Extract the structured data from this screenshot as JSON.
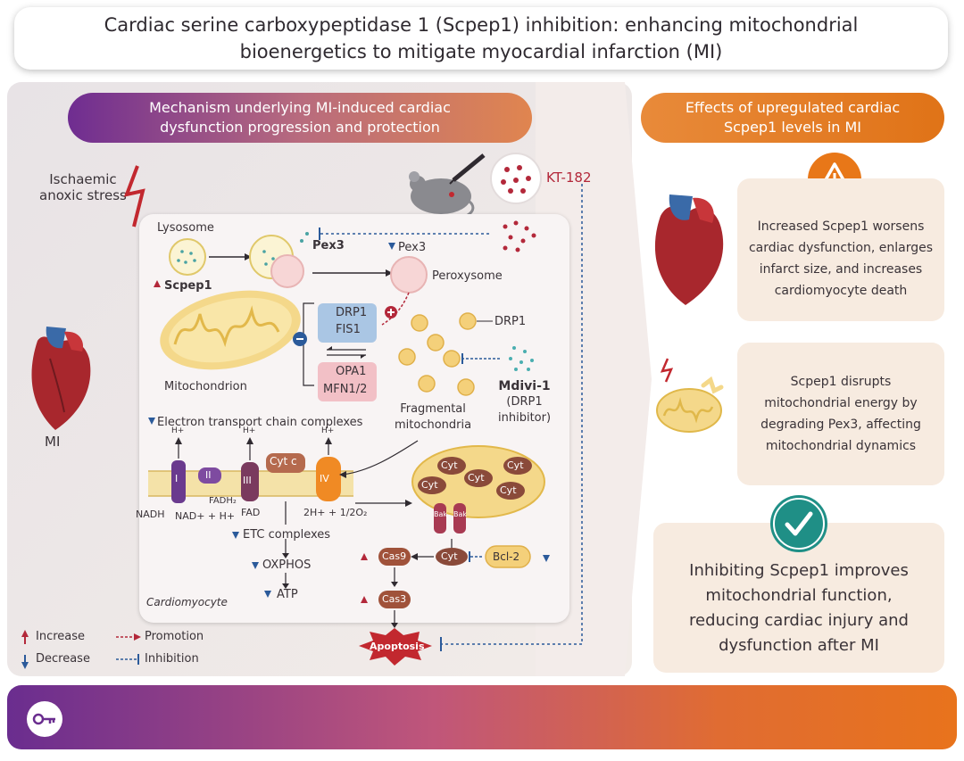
{
  "title": {
    "line1": "Cardiac serine carboxypeptidase 1 (Scpep1) inhibition: enhancing mitochondrial",
    "line2": "bioenergetics to mitigate myocardial infarction (MI)"
  },
  "left_banner": {
    "line1": "Mechanism underlying MI-induced cardiac",
    "line2": "dysfunction progression and protection"
  },
  "right_banner": {
    "line1": "Effects of upregulated cardiac",
    "line2": "Scpep1 levels in MI"
  },
  "left_labels": {
    "stress_line1": "Ischaemic",
    "stress_line2": "anoxic stress",
    "mi": "MI",
    "kt182": "KT-182"
  },
  "cell": {
    "lysosome": "Lysosome",
    "scpep1": "Scpep1",
    "pex3_top": "Pex3",
    "pex3_down": "Pex3",
    "peroxysome": "Peroxysome",
    "drp1_box": "DRP1",
    "fis1_box": "FIS1",
    "opa1": "OPA1",
    "mfn": "MFN1/2",
    "drp1_label": "DRP1",
    "mitochondrion": "Mitochondrion",
    "mdivi_line1": "Mdivi-1",
    "mdivi_line2": "(DRP1",
    "mdivi_line3": "inhibitor)",
    "fragmental_line1": "Fragmental",
    "fragmental_line2": "mitochondria",
    "etc_header": "Electron transport chain complexes",
    "complex_i": "I",
    "complex_ii": "II",
    "complex_iii": "III",
    "complex_iv": "IV",
    "cytc_label": "Cyt c",
    "h_plus": "H+",
    "nadh": "NADH",
    "nad": "NAD+ + H+",
    "fadh2": "FADH₂",
    "fad": "FAD",
    "oxygen": "2H+ + 1/2O₂",
    "etc_down": "ETC complexes",
    "oxphos": "OXPHOS",
    "atp": "ATP",
    "cardiomyocyte": "Cardiomyocyte",
    "cyt": "Cyt",
    "bak": "Bak",
    "bcl2": "Bcl-2",
    "cas9": "Cas9",
    "cas3": "Cas3",
    "apoptosis": "Apoptosis"
  },
  "legend": {
    "increase": "Increase",
    "decrease": "Decrease",
    "promotion": "Promotion",
    "inhibition": "Inhibition"
  },
  "effects": {
    "card1": [
      "Increased Scpep1 worsens",
      "cardiac dysfunction, enlarges",
      "infarct size, and increases",
      "cardiomyocyte death"
    ],
    "card2": [
      "Scpep1 disrupts",
      "mitochondrial energy by",
      "degrading Pex3, affecting",
      "mitochondrial dynamics"
    ],
    "card3": [
      "Inhibiting Scpep1 improves",
      "mitochondrial function,",
      "reducing cardiac injury and",
      "dysfunction after MI"
    ]
  },
  "icons": [
    "warning-icon",
    "check-icon",
    "heart-icon",
    "mouse-icon",
    "syringe-icon",
    "key-icon",
    "lightning-icon",
    "mitochondrion-icon"
  ],
  "colors": {
    "purple": "#6f2d91",
    "orange": "#e8731c",
    "increase_red": "#b3283a",
    "decrease_blue": "#2b5a9a",
    "check_teal": "#1f8f86"
  }
}
